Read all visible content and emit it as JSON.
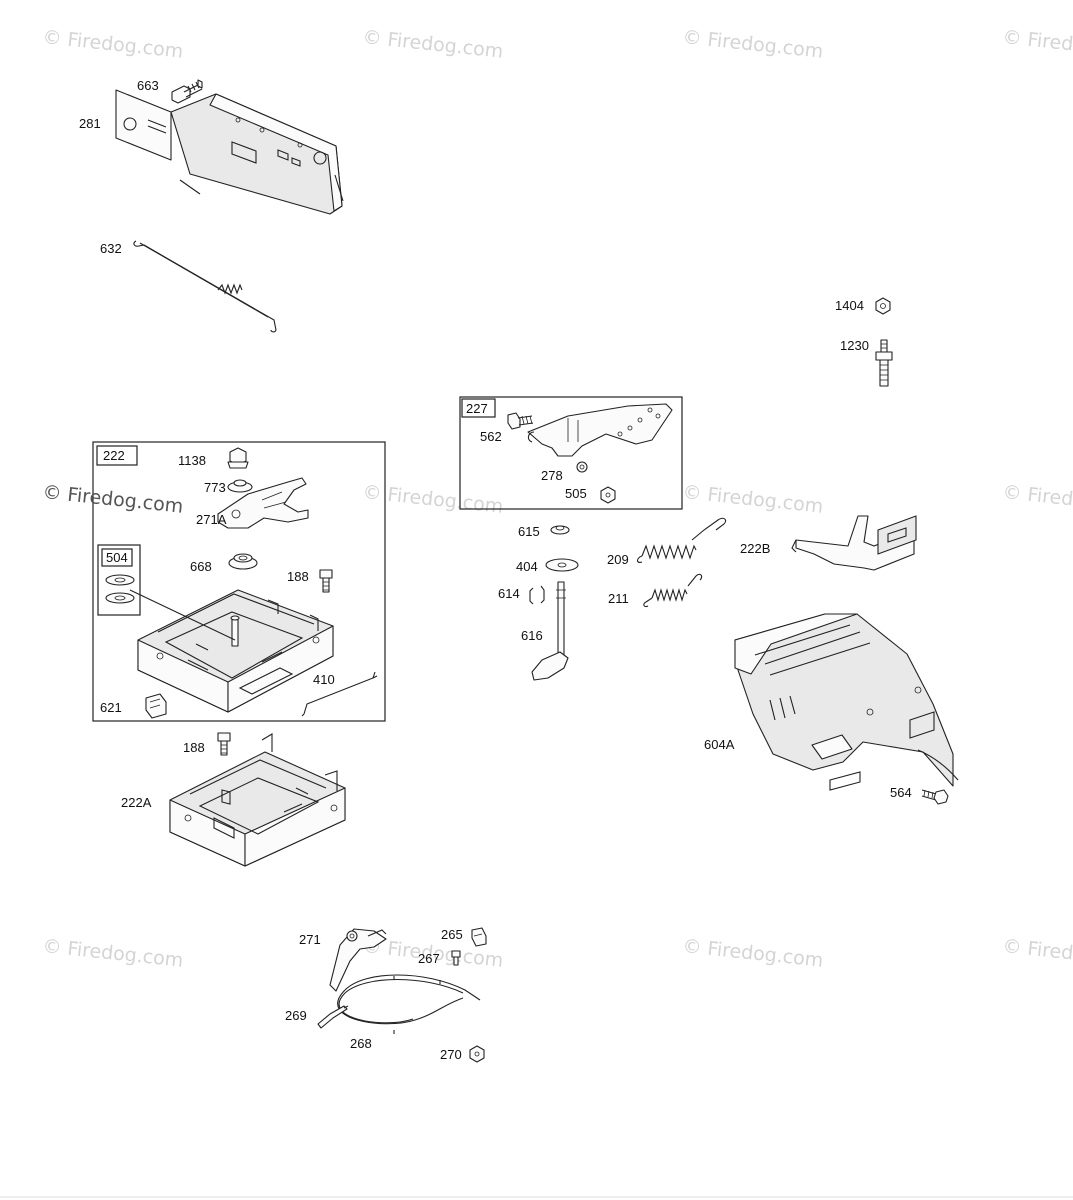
{
  "watermark": {
    "text": "© Firedog.com"
  },
  "labels": {
    "p663": "663",
    "p281": "281",
    "p632": "632",
    "p1404": "1404",
    "p1230": "1230",
    "p222": "222",
    "p1138": "1138",
    "p773": "773",
    "p271A": "271A",
    "p504": "504",
    "p668": "668",
    "p188a": "188",
    "p410": "410",
    "p621": "621",
    "p188b": "188",
    "p222A": "222A",
    "p227": "227",
    "p562": "562",
    "p278": "278",
    "p505": "505",
    "p615": "615",
    "p404": "404",
    "p209": "209",
    "p614": "614",
    "p211": "211",
    "p616": "616",
    "p222B": "222B",
    "p604A": "604A",
    "p564": "564",
    "p271": "271",
    "p265": "265",
    "p267": "267",
    "p269": "269",
    "p268": "268",
    "p270": "270"
  }
}
